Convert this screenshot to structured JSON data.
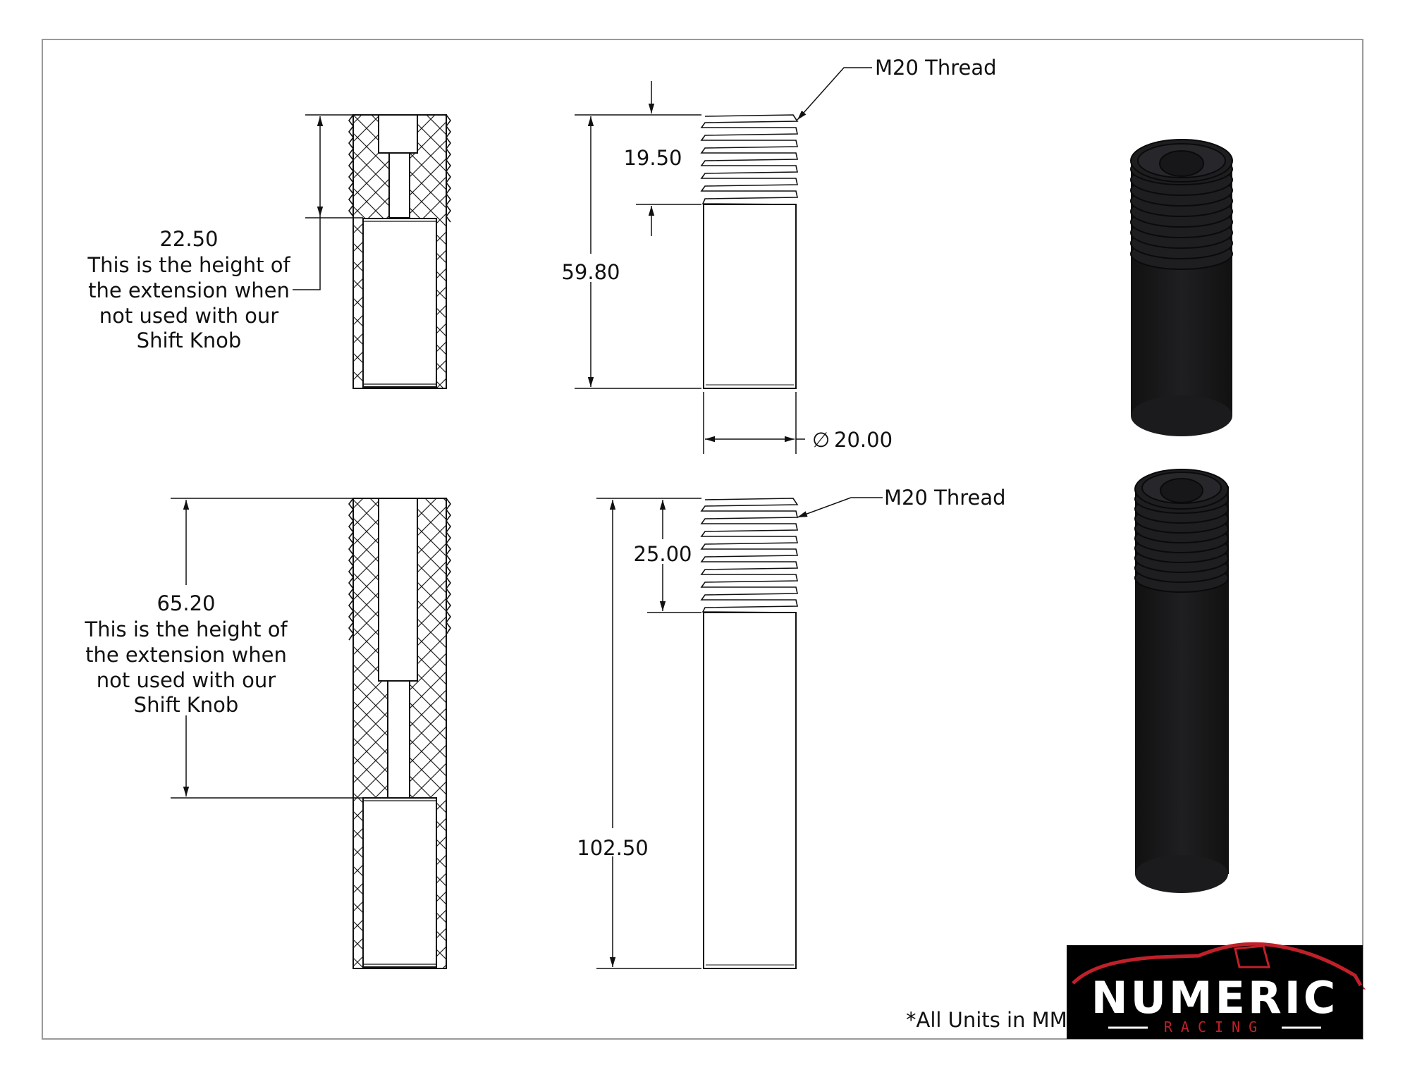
{
  "sheet": {
    "border_color": "#9a9a9a",
    "line_color": "#111111"
  },
  "views": {
    "top_section": {
      "dimension_value": "22.50",
      "note_lines": [
        "This is the height of",
        "the extension when",
        "not used with our",
        "Shift Knob"
      ]
    },
    "top_elevation": {
      "thread_label": "M20 Thread",
      "thread_length": "19.50",
      "overall_length": "59.80",
      "diameter": "20.00",
      "diameter_symbol": "∅"
    },
    "bottom_section": {
      "dimension_value": "65.20",
      "note_lines": [
        "This is the height of",
        "the extension when",
        "not used with our",
        "Shift Knob"
      ]
    },
    "bottom_elevation": {
      "thread_label": "M20 Thread",
      "thread_length": "25.00",
      "overall_length": "102.50"
    },
    "renders": {
      "short_extension": "3d-render-short",
      "long_extension": "3d-render-long",
      "body_color": "#1b1b1d"
    }
  },
  "footer": {
    "units_note": "*All Units in MM",
    "logo": {
      "brand": "NUMERIC",
      "tagline": "RACING",
      "accent_color": "#c0202a"
    }
  }
}
